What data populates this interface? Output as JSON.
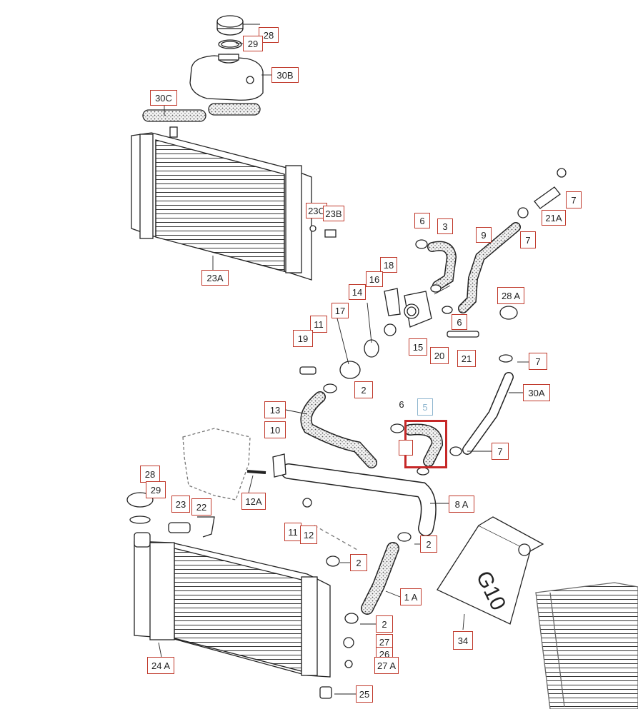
{
  "callouts": {
    "p28_top": "28",
    "p29_top": "29",
    "p30b": "30B",
    "p30c": "30C",
    "p23c": "23C",
    "p23b": "23B",
    "p23a": "23A",
    "p6_upper": "6",
    "p3": "3",
    "p9": "9",
    "p21a": "21A",
    "p7_top": "7",
    "p7_upper": "7",
    "p28a": "28 A",
    "p18": "18",
    "p16": "16",
    "p14": "14",
    "p17": "17",
    "p11_upper": "11",
    "p19": "19",
    "p6_mid": "6",
    "p15": "15",
    "p20": "20",
    "p21": "21",
    "p7_mid": "7",
    "p30a": "30A",
    "p2_a": "2",
    "p13": "13",
    "p10": "10",
    "p6_low": "6",
    "p5": "5",
    "p7_low": "7",
    "p12a": "12A",
    "p28_low": "28",
    "p29_low": "29",
    "p23": "23",
    "p22": "22",
    "p8a": "8 A",
    "p11_low": "11",
    "p12": "12",
    "p2_b": "2",
    "p2_c": "2",
    "p1a": "1 A",
    "p2_d": "2",
    "p27": "27",
    "p26": "26",
    "p27a": "27 A",
    "p25": "25",
    "p24a": "24 A",
    "p34": "34"
  },
  "canister_text": "G10",
  "colors": {
    "callout_border": "#c0392b",
    "highlight": "#c62828",
    "line": "#222222",
    "faded_label": "#8fb6cf"
  }
}
